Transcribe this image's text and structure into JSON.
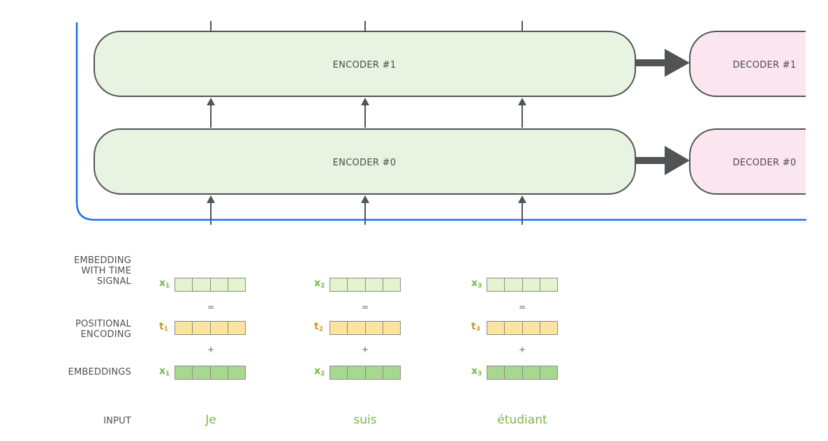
{
  "colors": {
    "encoder_fill": "#e8f3e1",
    "decoder_fill": "#fbe6ef",
    "box_stroke": "#505457",
    "arrow": "#505457",
    "bracket": "#1a6ef0",
    "embed_light": "#e4f4cf",
    "embed_dark": "#a8d890",
    "positional": "#fbe4a0",
    "x_label": "#7ab648",
    "t_label": "#c89a25",
    "input_word": "#7ab648"
  },
  "encoders": [
    {
      "label": "ENCODER #1"
    },
    {
      "label": "ENCODER #0"
    }
  ],
  "decoders": [
    {
      "label": "DECODER #1"
    },
    {
      "label": "DECODER #0"
    }
  ],
  "row_labels": {
    "embedding_with_time": [
      "EMBEDDING",
      "WITH TIME",
      "SIGNAL"
    ],
    "positional": [
      "POSITIONAL",
      "ENCODING"
    ],
    "embeddings": "EMBEDDINGS",
    "input": "INPUT"
  },
  "operators": {
    "equals": "=",
    "plus": "+"
  },
  "tokens": [
    {
      "x": "x",
      "x_sub": "1",
      "t": "t",
      "t_sub": "1",
      "word": "Je"
    },
    {
      "x": "x",
      "x_sub": "2",
      "t": "t",
      "t_sub": "2",
      "word": "suis"
    },
    {
      "x": "x",
      "x_sub": "3",
      "t": "t",
      "t_sub": "3",
      "word": "étudiant"
    }
  ]
}
